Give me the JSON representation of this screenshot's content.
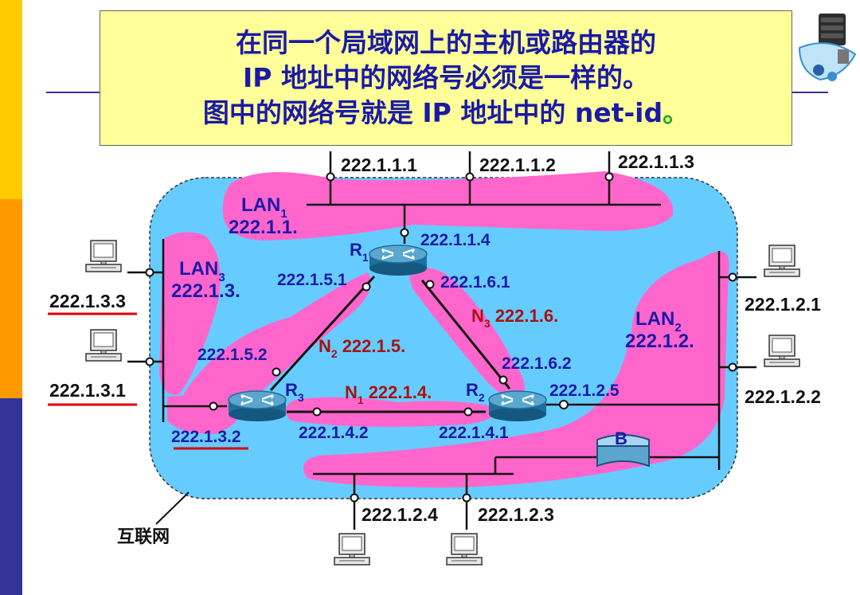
{
  "callout": {
    "line1": "在同一个局域网上的主机或路由器的",
    "line2": "IP 地址中的网络号必须是一样的。",
    "line3": "图中的网络号就是 IP 地址中的 net-id",
    "line3_end": "。"
  },
  "internet_label": "互联网",
  "lans": {
    "lan1": {
      "name": "LAN",
      "sub": "1",
      "net": "222.1.1."
    },
    "lan2": {
      "name": "LAN",
      "sub": "2",
      "net": "222.1.2."
    },
    "lan3": {
      "name": "LAN",
      "sub": "3",
      "net": "222.1.3."
    }
  },
  "links": {
    "n1": {
      "name": "N",
      "sub": "1",
      "net": "222.1.4."
    },
    "n2": {
      "name": "N",
      "sub": "2",
      "net": "222.1.5."
    },
    "n3": {
      "name": "N",
      "sub": "3",
      "net": "222.1.6."
    }
  },
  "routers": {
    "r1": {
      "name": "R",
      "sub": "1"
    },
    "r2": {
      "name": "R",
      "sub": "2"
    },
    "r3": {
      "name": "R",
      "sub": "3"
    }
  },
  "bridge": {
    "name": "B"
  },
  "addresses": {
    "h_1_1": "222.1.1.1",
    "h_1_2": "222.1.1.2",
    "h_1_3": "222.1.1.3",
    "r1_lan1": "222.1.1.4",
    "r1_n2": "222.1.5.1",
    "r1_n3": "222.1.6.1",
    "r2_n3": "222.1.6.2",
    "r2_lan2": "222.1.2.5",
    "r2_n1": "222.1.4.1",
    "r3_n2": "222.1.5.2",
    "r3_n1": "222.1.4.2",
    "r3_lan3": "222.1.3.2",
    "h_3_3": "222.1.3.3",
    "h_3_1": "222.1.3.1",
    "h_2_1": "222.1.2.1",
    "h_2_2": "222.1.2.2",
    "h_2_4": "222.1.2.4",
    "h_2_3": "222.1.2.3"
  },
  "colors": {
    "cloud": "#66ccff",
    "lan_blob": "#ff66cc",
    "callout_bg": "#ffff99",
    "title_blue": "#1a1aa6",
    "net_red": "#aa1111",
    "underline": "#dd0000",
    "sidebar_yellow": "#ffcc00",
    "sidebar_orange": "#ff9900",
    "sidebar_navy": "#333399"
  }
}
